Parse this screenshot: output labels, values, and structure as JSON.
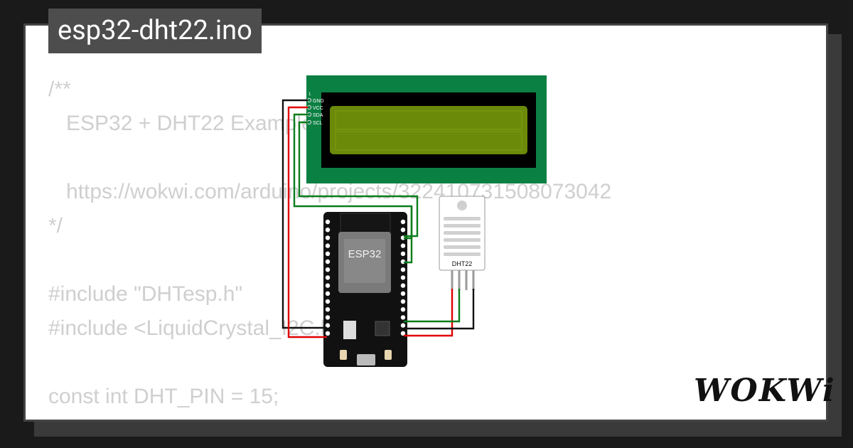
{
  "title": "esp32-dht22.ino",
  "code_lines": [
    "/**",
    "   ESP32 + DHT22 Example",
    "",
    "   https://wokwi.com/arduino/projects/322410731508073042",
    "*/",
    "",
    "#include \"DHTesp.h\"",
    "#include <LiquidCrystal_I2C.h>",
    "",
    "const int DHT_PIN = 15;"
  ],
  "lcd_pins": [
    "GND",
    "VCC",
    "SDA",
    "SCL"
  ],
  "esp32_label": "ESP32",
  "sensor_label": "DHT22",
  "logo_text": "WOKWi",
  "colors": {
    "lcd_board": "#0b8043",
    "lcd_screen": "#6b8a0a",
    "wire_black": "#111111",
    "wire_red": "#e00000",
    "wire_green": "#0a7d1a"
  }
}
